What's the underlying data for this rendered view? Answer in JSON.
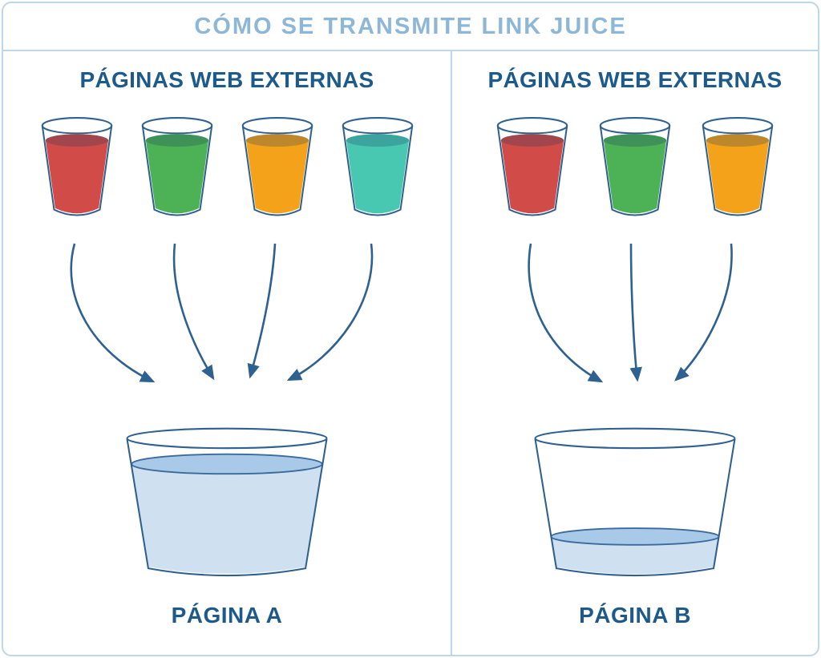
{
  "title": "CÓMO SE TRANSMITE LINK JUICE",
  "colors": {
    "frame_border": "#bdd7ea",
    "title_text": "#8db7d7",
    "heading_text": "#1d5a8c",
    "outline": "#2e6090",
    "arrow": "#2e6090",
    "liquid_shade": "#17395e",
    "bucket_liquid": "#cfe0f1",
    "bucket_surface": "#a9c9e8"
  },
  "left_panel": {
    "heading": "PÁGINAS WEB EXTERNAS",
    "glasses": [
      {
        "name": "red",
        "color": "#d14b49"
      },
      {
        "name": "green",
        "color": "#4db155"
      },
      {
        "name": "orange",
        "color": "#f5a21b"
      },
      {
        "name": "teal",
        "color": "#49c8b1"
      }
    ],
    "bucket_label": "PÁGINA A",
    "bucket_fill_percent": 85
  },
  "right_panel": {
    "heading": "PÁGINAS WEB EXTERNAS",
    "glasses": [
      {
        "name": "red",
        "color": "#d14b49"
      },
      {
        "name": "green",
        "color": "#4db155"
      },
      {
        "name": "orange",
        "color": "#f5a21b"
      }
    ],
    "bucket_label": "PÁGINA B",
    "bucket_fill_percent": 30
  }
}
